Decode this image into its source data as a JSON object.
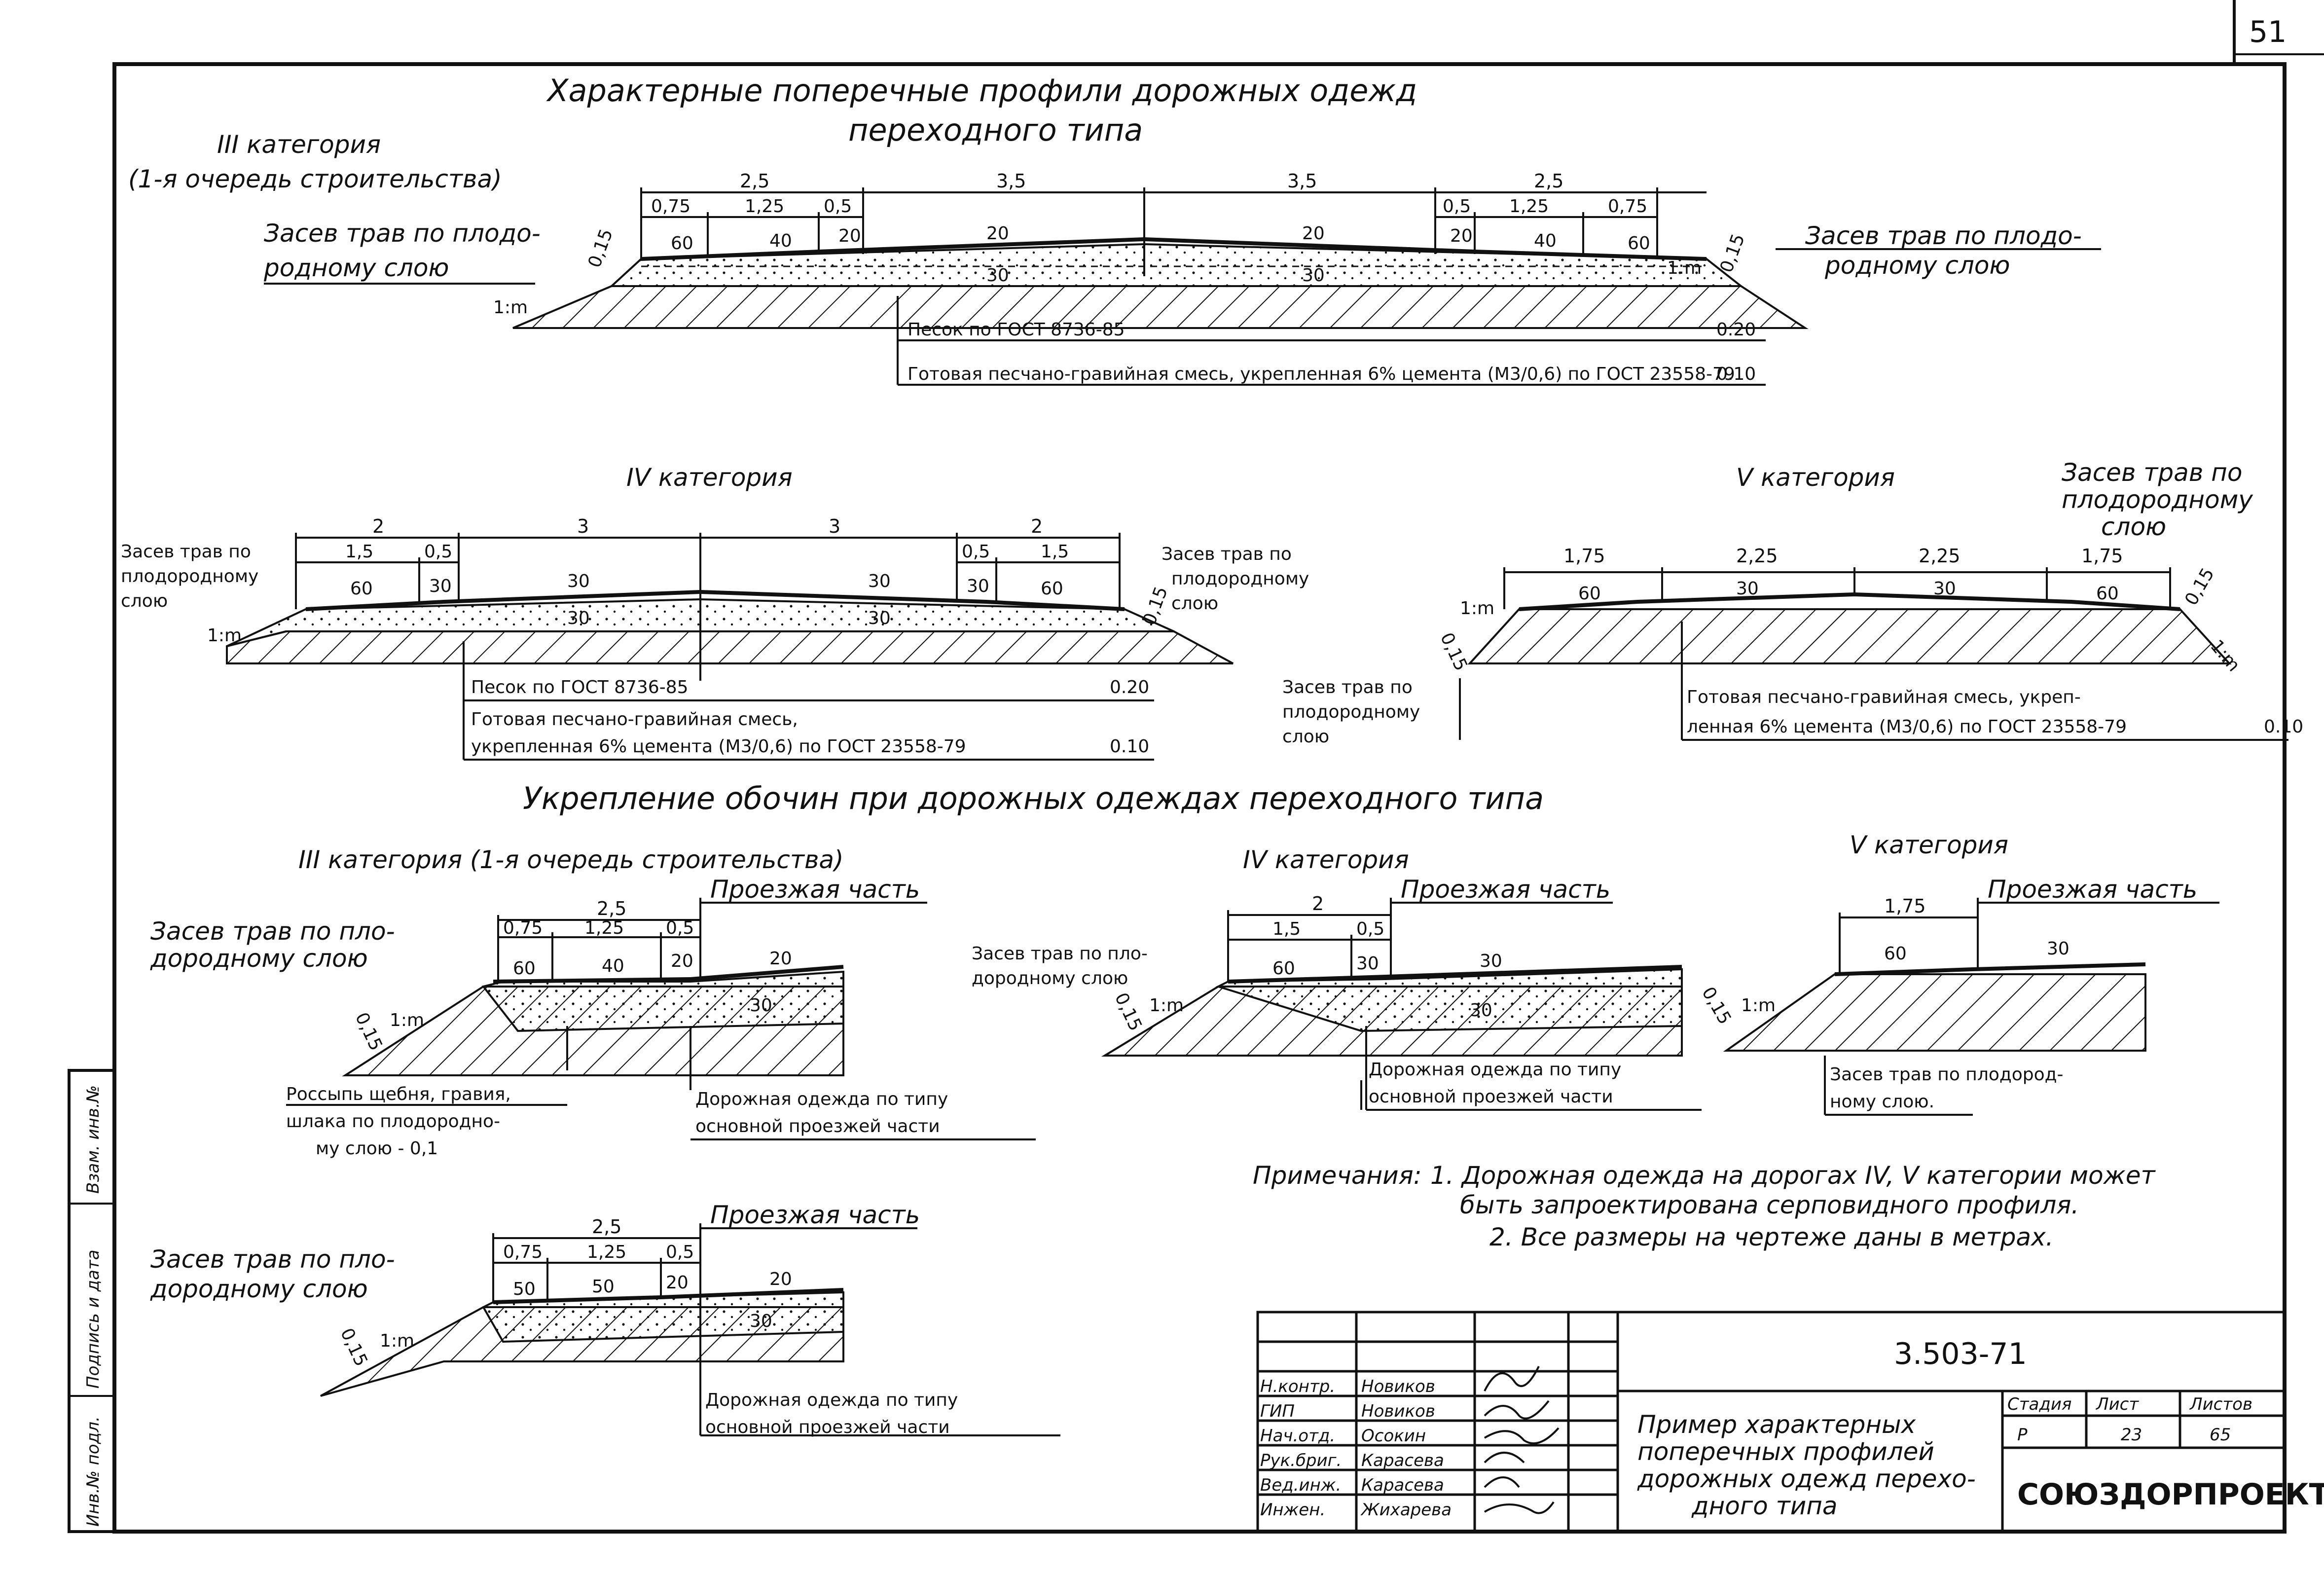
{
  "sheet_number": "51",
  "title_line1": "Характерные поперечные профили дорожных одежд",
  "title_line2": "переходного типа",
  "sec1": {
    "category_label": "III категория",
    "category_note": "(1-я очередь строительства)",
    "grass_left": [
      "Засев трав по плодо-",
      "родному слою"
    ],
    "grass_right": [
      "Засев трав по плодо-",
      "родному слою"
    ],
    "dims_top": [
      "2,5",
      "3,5",
      "3,5",
      "2,5"
    ],
    "dims_sub": [
      "0,75",
      "1,25",
      "0,5",
      "0,5",
      "1,25",
      "0,75"
    ],
    "slopes_top": [
      "60",
      "40",
      "20",
      "20",
      "20",
      "20",
      "40",
      "60"
    ],
    "slopes_base": [
      "30",
      "30"
    ],
    "side": [
      "0,15",
      "1:m"
    ],
    "layer1": "Песок по ГОСТ 8736-85",
    "layer1_thk": "0.20",
    "layer2": "Готовая песчано-гравийная смесь, укрепленная 6% цемента (М3/0,6) по ГОСТ 23558-79",
    "layer2_thk": "0.10"
  },
  "sec2": {
    "category_label": "IV категория",
    "grass_left": [
      "Засев трав по",
      "плодородному",
      "слою"
    ],
    "grass_right": [
      "Засев трав по",
      "плодородному",
      "слою"
    ],
    "dims_top": [
      "2",
      "3",
      "3",
      "2"
    ],
    "dims_sub": [
      "1,5",
      "0,5",
      "0,5",
      "1,5"
    ],
    "slopes": [
      "60",
      "30",
      "30",
      "30",
      "30",
      "60",
      "30",
      "30"
    ],
    "layer1": "Песок по ГОСТ 8736-85",
    "layer1_thk": "0.20",
    "layer2a": "Готовая песчано-гравийная смесь,",
    "layer2b": "укрепленная 6% цемента (М3/0,6) по ГОСТ 23558-79",
    "layer2_thk": "0.10"
  },
  "sec3": {
    "category_label": "V категория",
    "grass_top": [
      "Засев трав по",
      "плодородному",
      "слою"
    ],
    "grass_bottom": [
      "Засев трав по",
      "плодородному",
      "слою"
    ],
    "dims": [
      "1,75",
      "2,25",
      "2,25",
      "1,75"
    ],
    "slopes": [
      "60",
      "30",
      "30",
      "60"
    ],
    "layer_a": "Готовая песчано-гравийная смесь, укреп-",
    "layer_b": "ленная 6% цемента (М3/0,6) по ГОСТ 23558-79",
    "layer_thk": "0.10"
  },
  "subtitle": "Укрепление обочин при дорожных одеждах переходного типа",
  "det1": {
    "category_label": "III категория (1-я очередь строительства)",
    "grass": [
      "Засев трав по пло-",
      "дородному слою"
    ],
    "dims_top": "2,5",
    "dims_sub": [
      "0,75",
      "1,25",
      "0,5"
    ],
    "lane": "Проезжая часть",
    "slopes": [
      "60",
      "40",
      "20",
      "20",
      "30"
    ],
    "gravel": [
      "Россыпь щебня, гравия,",
      "шлака по плодородно-",
      "му слою - 0,1"
    ],
    "road": [
      "Дорожная одежда по типу",
      "основной проезжей части"
    ]
  },
  "det2": {
    "category_label": "IV категория",
    "grass": [
      "Засев трав по пло-",
      "дородному слою"
    ],
    "dims_top": "2",
    "dims_sub": [
      "1,5",
      "0,5"
    ],
    "lane": "Проезжая часть",
    "slopes": [
      "60",
      "30",
      "30",
      "30"
    ],
    "road": [
      "Дорожная одежда по типу",
      "основной проезжей части"
    ]
  },
  "det3": {
    "category_label": "V категория",
    "dims_top": "1,75",
    "lane": "Проезжая часть",
    "slopes": [
      "60",
      "30"
    ],
    "grass": [
      "Засев трав по плодород-",
      "ному слою."
    ]
  },
  "det4": {
    "dims_top": "2,5",
    "dims_sub": [
      "0,75",
      "1,25",
      "0,5"
    ],
    "lane": "Проезжая часть",
    "slopes": [
      "50",
      "50",
      "20",
      "20",
      "30"
    ],
    "grass": [
      "Засев трав по пло-",
      "дородному слою"
    ],
    "road": [
      "Дорожная одежда по типу",
      "основной проезжей части"
    ]
  },
  "notes": {
    "head": "Примечания:",
    "n1a": "1. Дорожная одежда на дорогах IV, V категории может",
    "n1b": "быть запроектирована серповидного профиля.",
    "n2": "2. Все размеры на чертеже даны в метрах."
  },
  "side_stamp": [
    "Инв.№ подл.",
    "Подпись и дата",
    "Взам. инв.№"
  ],
  "stamp": {
    "doc_code": "3.503-71",
    "roles": [
      "Н.контр.",
      "ГИП",
      "Нач.отд.",
      "Рук.бриг.",
      "Вед.инж.",
      "Инжен."
    ],
    "names": [
      "Новиков",
      "Новиков",
      "Осокин",
      "Карасева",
      "Карасева",
      "Жихарева"
    ],
    "sheet_title": [
      "Пример характерных",
      "поперечных профилей",
      "дорожных одежд перехо-",
      "дного типа"
    ],
    "col_heads": [
      "Стадия",
      "Лист",
      "Листов"
    ],
    "col_vals": [
      "Р",
      "23",
      "65"
    ],
    "org": "СОЮЗДОРПРОЕКТ"
  }
}
